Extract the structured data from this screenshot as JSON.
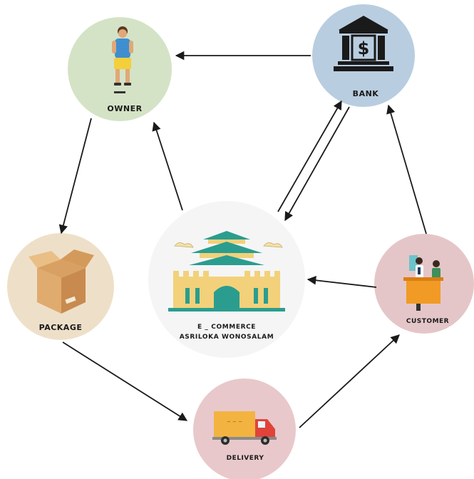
{
  "nodes": {
    "owner": {
      "label": "OWNER"
    },
    "bank": {
      "label": "BANK"
    },
    "package": {
      "label": "PACKAGE"
    },
    "customer": {
      "label": "CUSTOMER"
    },
    "delivery": {
      "label": "DELIVERY"
    },
    "center": {
      "line1": "E _ COMMERCE",
      "line2": "ASRILOKA WONOSALAM"
    }
  },
  "colors": {
    "owner": "#d4e3c6",
    "bank": "#b9cde0",
    "package": "#eee0c8",
    "customer": "#e5c6c8",
    "delivery": "#e8c8cb",
    "center": "#f5f5f5",
    "arrow": "#1a1a1a"
  },
  "icons": {
    "owner": "person-icon",
    "bank": "bank-icon",
    "package": "box-icon",
    "customer": "customer-service-icon",
    "delivery": "truck-icon",
    "center": "palace-icon"
  },
  "edges": [
    {
      "from": "bank",
      "to": "owner"
    },
    {
      "from": "owner",
      "to": "package"
    },
    {
      "from": "package",
      "to": "delivery"
    },
    {
      "from": "delivery",
      "to": "customer"
    },
    {
      "from": "customer",
      "to": "bank"
    },
    {
      "from": "customer",
      "to": "center"
    },
    {
      "from": "center",
      "to": "owner"
    },
    {
      "from": "center",
      "to": "bank"
    },
    {
      "from": "bank",
      "to": "center"
    }
  ]
}
